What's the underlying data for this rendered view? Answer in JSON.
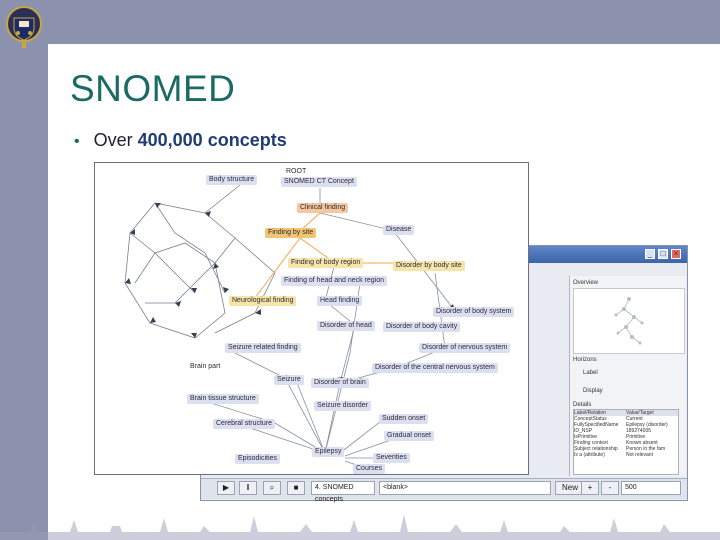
{
  "slide": {
    "title": "SNOMED",
    "bullet_prefix": "Over ",
    "bullet_number": "400,000",
    "bullet_suffix": " concepts"
  },
  "graph_nodes": [
    {
      "id": "root",
      "label": "ROOT",
      "style": "plain"
    },
    {
      "id": "snomed-ct-concept",
      "label": "SNOMED CT Concept",
      "style": "blue"
    },
    {
      "id": "body-structure",
      "label": "Body structure",
      "style": "blue"
    },
    {
      "id": "clinical-finding",
      "label": "Clinical finding",
      "style": "peach"
    },
    {
      "id": "finding-by-site",
      "label": "Finding by site",
      "style": "orange"
    },
    {
      "id": "disease",
      "label": "Disease",
      "style": "blue"
    },
    {
      "id": "finding-of-body-region",
      "label": "Finding of body region",
      "style": "yellow"
    },
    {
      "id": "disorder-by-body-site",
      "label": "Disorder by body site",
      "style": "yellow"
    },
    {
      "id": "finding-of-head-and-neck-region",
      "label": "Finding of head and neck region",
      "style": "blue"
    },
    {
      "id": "neurological-finding",
      "label": "Neurological finding",
      "style": "yellow"
    },
    {
      "id": "head-finding",
      "label": "Head finding",
      "style": "blue"
    },
    {
      "id": "disorder-of-body-system",
      "label": "Disorder of body system",
      "style": "blue"
    },
    {
      "id": "disorder-of-head",
      "label": "Disorder of head",
      "style": "blue"
    },
    {
      "id": "disorder-of-body-cavity",
      "label": "Disorder of body cavity",
      "style": "blue"
    },
    {
      "id": "seizure-related-finding",
      "label": "Seizure related finding",
      "style": "blue"
    },
    {
      "id": "disorder-of-nervous-system",
      "label": "Disorder of nervous system",
      "style": "blue"
    },
    {
      "id": "brain-part",
      "label": "Brain part",
      "style": "plain"
    },
    {
      "id": "seizure",
      "label": "Seizure",
      "style": "blue"
    },
    {
      "id": "disorder-of-brain",
      "label": "Disorder of brain",
      "style": "blue"
    },
    {
      "id": "disorder-of-cns",
      "label": "Disorder of the central nervous system",
      "style": "blue"
    },
    {
      "id": "brain-tissue-structure",
      "label": "Brain tissue structure",
      "style": "blue"
    },
    {
      "id": "seizure-disorder",
      "label": "Seizure disorder",
      "style": "blue"
    },
    {
      "id": "cerebral-structure",
      "label": "Cerebral structure",
      "style": "blue"
    },
    {
      "id": "sudden-onset",
      "label": "Sudden onset",
      "style": "blue"
    },
    {
      "id": "gradual-onset",
      "label": "Gradual onset",
      "style": "blue"
    },
    {
      "id": "episodicities",
      "label": "Episodicities",
      "style": "blue"
    },
    {
      "id": "epilepsy",
      "label": "Epilepsy",
      "style": "blue"
    },
    {
      "id": "severities",
      "label": "Severities",
      "style": "blue"
    },
    {
      "id": "courses",
      "label": "Courses",
      "style": "blue"
    }
  ],
  "back_window": {
    "overview_label": "Overview",
    "side_labels": [
      "Horizons",
      "Label",
      "Display"
    ],
    "details_label": "Details",
    "table_header": [
      "Label/Relation",
      "Value/Target"
    ],
    "table_rows": [
      [
        "ConceptStatus",
        "Current"
      ],
      [
        "FullySpecifiedName",
        "Epilepsy (disorder)"
      ],
      [
        "ID_NSP",
        "189274005"
      ],
      [
        "IsPrimitive",
        "Primitive"
      ],
      [
        "Finding context",
        "Known absent"
      ],
      [
        "Subject relationship",
        "Person in the fam"
      ],
      [
        "Is a (attribute)",
        "Not relevant"
      ]
    ],
    "toolbar_concept_field": "4. SNOMED concepts",
    "toolbar_search_field": "<blank>",
    "toolbar_new": "New",
    "toolbar_limit": "500"
  }
}
